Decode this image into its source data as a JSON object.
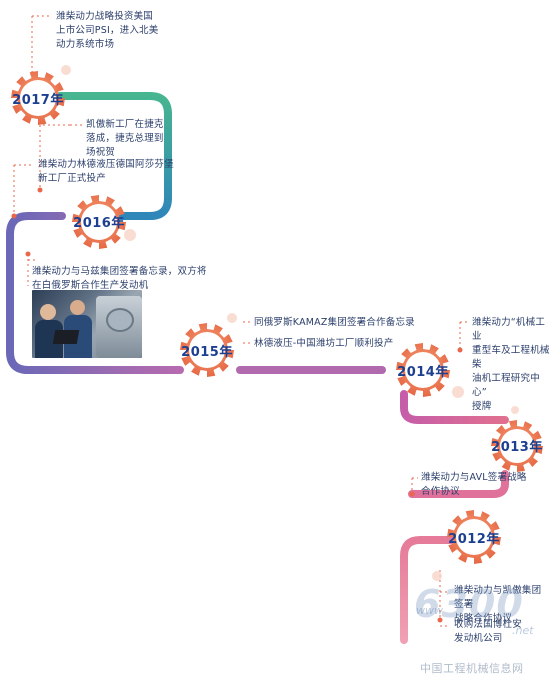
{
  "timeline": {
    "years": [
      "2017年",
      "2016年",
      "2015年",
      "2014年",
      "2013年",
      "2012年"
    ],
    "events": {
      "e2017": "潍柴动力战略投资美国\n上市公司PSI，进入北美\n动力系统市场",
      "e2016a": "凯傲新工厂在捷克\n落成，捷克总理到\n场祝贺",
      "e2016b": "潍柴动力林德液压德国阿莎芬堡\n新工厂正式投产",
      "e2016c": "潍柴动力与马兹集团签署备忘录，双方将\n在白俄罗斯合作生产发动机",
      "e2015a": "同俄罗斯KAMAZ集团签署合作备忘录",
      "e2015b": "林德液压-中国潍坊工厂顺利投产",
      "e2014": "潍柴动力“机械工业\n重型车及工程机械柴\n油机工程研究中心”\n授牌",
      "e2013": "潍柴动力与AVL签署战略\n合作协议",
      "e2012a": "潍柴动力与凯傲集团签署\n战略合作协议",
      "e2012b": "收购法国博杜安\n发动机公司"
    }
  },
  "watermark": {
    "www": "www",
    "number": "6300",
    "net": ".net",
    "site": "中国工程机械信息网"
  },
  "colors": {
    "gear_outer": "#e9674a",
    "gear_inner": "#ffffff",
    "label": "#1d3f8f",
    "path_green": "#4fa99a",
    "path_blue": "#3c7fb8",
    "path_purple": "#8a6fb0",
    "path_pink": "#d46aa0",
    "path_rose": "#e37f95"
  }
}
